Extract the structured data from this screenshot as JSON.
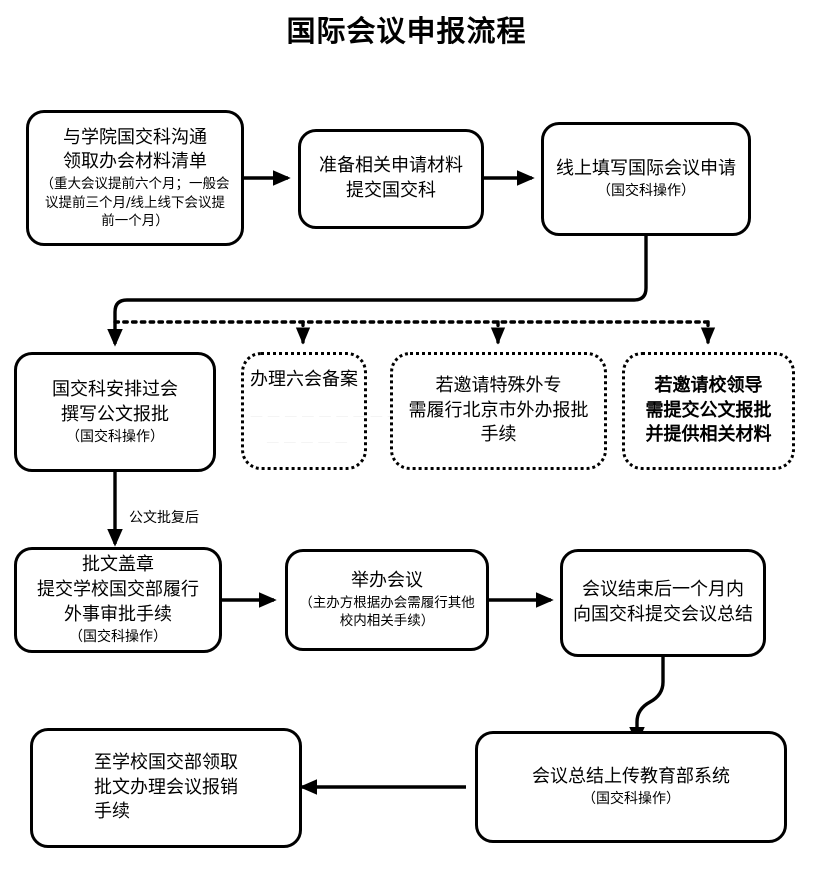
{
  "title": "国际会议申报流程",
  "colors": {
    "stroke": "#000000",
    "background": "#ffffff",
    "ghost_text": "#f4f4f4"
  },
  "nodes": [
    {
      "id": "n1",
      "style": "solid",
      "lines": [
        {
          "text": "与学院国交科沟通",
          "size": "main"
        },
        {
          "text": "领取办会材料清单",
          "size": "main"
        },
        {
          "text": "（重大会议提前六个月；一般会",
          "size": "tiny"
        },
        {
          "text": "议提前三个月/线上线下会议提",
          "size": "tiny"
        },
        {
          "text": "前一个月）",
          "size": "tiny"
        }
      ]
    },
    {
      "id": "n2",
      "style": "solid",
      "lines": [
        {
          "text": "准备相关申请材料",
          "size": "main"
        },
        {
          "text": "提交国交科",
          "size": "main"
        }
      ]
    },
    {
      "id": "n3",
      "style": "solid",
      "lines": [
        {
          "text": "线上填写国际会议申请",
          "size": "main"
        },
        {
          "text": "（国交科操作）",
          "size": "small"
        }
      ]
    },
    {
      "id": "n4",
      "style": "solid",
      "lines": [
        {
          "text": "国交科安排过会",
          "size": "main"
        },
        {
          "text": "撰写公文报批",
          "size": "main"
        },
        {
          "text": "（国交科操作）",
          "size": "small"
        }
      ]
    },
    {
      "id": "n5",
      "style": "dashed",
      "lines": [
        {
          "text": "办理六会备案",
          "size": "main"
        }
      ],
      "ghost_lines": [
        "— —  —  — —   — —   — —  —",
        "—  —       —       — —"
      ]
    },
    {
      "id": "n6",
      "style": "dashed",
      "lines": [
        {
          "text": "若邀请特殊外专",
          "size": "main"
        },
        {
          "text": "需履行北京市外办报批",
          "size": "main"
        },
        {
          "text": "手续",
          "size": "main"
        }
      ]
    },
    {
      "id": "n7",
      "style": "dashed",
      "lines": [
        {
          "text": "若邀请校领导",
          "size": "main",
          "bold": true
        },
        {
          "text": "需提交公文报批",
          "size": "main",
          "bold": true
        },
        {
          "text": "并提供相关材料",
          "size": "main",
          "bold": true
        }
      ]
    },
    {
      "id": "n8",
      "style": "solid",
      "lines": [
        {
          "text": "批文盖章",
          "size": "main"
        },
        {
          "text": "提交学校国交部履行",
          "size": "main"
        },
        {
          "text": "外事审批手续",
          "size": "main"
        },
        {
          "text": "（国交科操作）",
          "size": "small"
        }
      ]
    },
    {
      "id": "n9",
      "style": "solid",
      "lines": [
        {
          "text": "举办会议",
          "size": "main"
        },
        {
          "text": "（主办方根据办会需履行其他",
          "size": "tiny"
        },
        {
          "text": "校内相关手续）",
          "size": "tiny"
        }
      ]
    },
    {
      "id": "n10",
      "style": "solid",
      "lines": [
        {
          "text": "会议结束后一个月内",
          "size": "main"
        },
        {
          "text": "向国交科提交会议总结",
          "size": "main"
        }
      ]
    },
    {
      "id": "n11",
      "style": "solid",
      "lines": [
        {
          "text": "会议总结上传教育部系统",
          "size": "main"
        },
        {
          "text": "（国交科操作）",
          "size": "small"
        }
      ]
    },
    {
      "id": "n12",
      "style": "solid",
      "lines": [
        {
          "text": "至学校国交部领取",
          "size": "main"
        },
        {
          "text": "批文办理会议报销",
          "size": "main"
        },
        {
          "text": "手续",
          "size": "main"
        }
      ]
    }
  ],
  "edge_labels": [
    {
      "id": "e-gongwen",
      "text": "公文批复后"
    }
  ]
}
